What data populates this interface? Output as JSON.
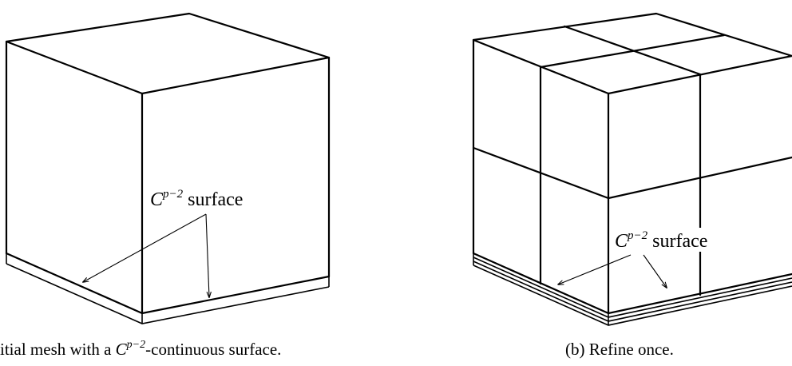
{
  "panel_a": {
    "label_C": "C",
    "label_sup": "p−2",
    "label_rest": " surface",
    "caption_pre": "itial mesh with a ",
    "caption_C": "C",
    "caption_sup": "p−2",
    "caption_post": "-continuous surface."
  },
  "panel_b": {
    "label_C": "C",
    "label_sup": "p−2",
    "label_rest": " surface",
    "caption": "(b) Refine once."
  }
}
